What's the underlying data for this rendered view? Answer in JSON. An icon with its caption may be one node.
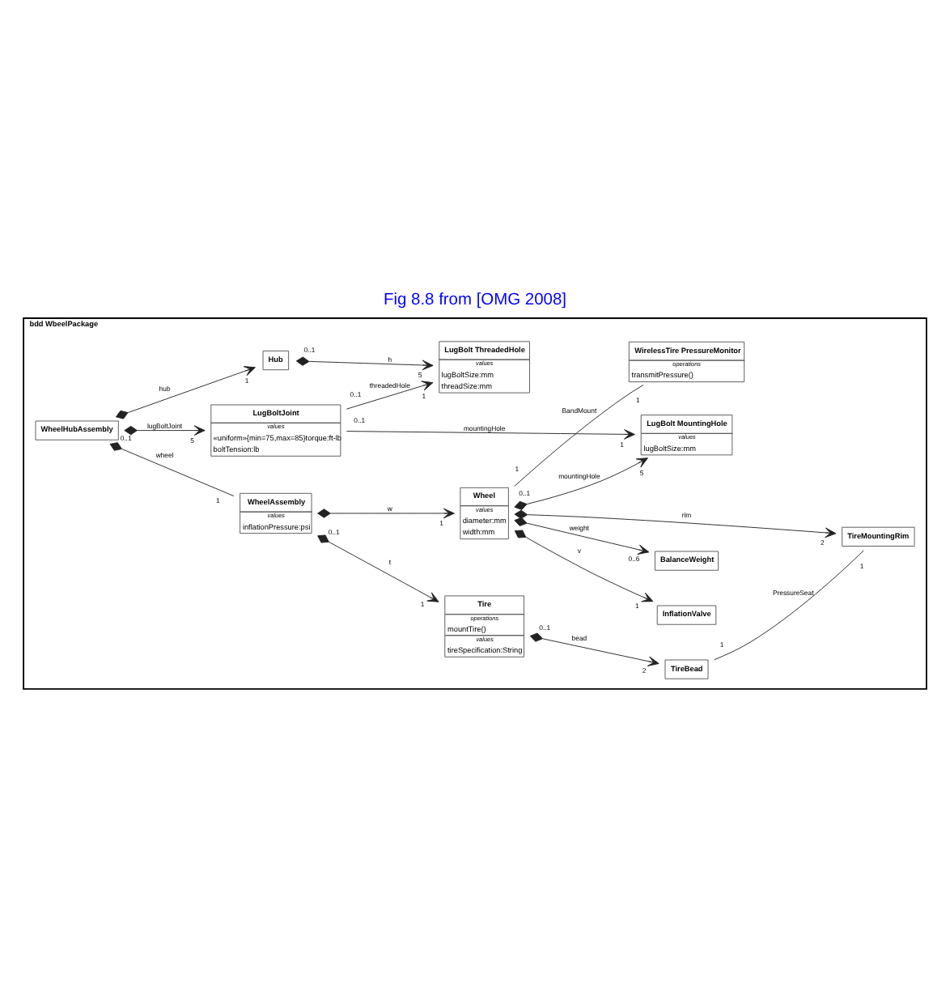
{
  "diagram": {
    "title": "Fig 8.8 from [OMG 2008]",
    "nodes": [
      {
        "text": [
          "bdd WbeelPackage"
        ]
      },
      {
        "text": [
          "WheelHubAssembly"
        ],
        "in": 0
      },
      {
        "text": [
          "WheelAssembly",
          "values",
          "inflationPressure:psi"
        ],
        "in": 0
      },
      {
        "text": [
          "Tire",
          "operations",
          "mountTire()",
          "values",
          "tireSpecification:String"
        ],
        "in": 0
      },
      {
        "text": [
          "TireBead"
        ],
        "in": 0
      },
      {
        "text": [
          "Wheel",
          "values",
          "diameter:mm",
          "width:mm"
        ],
        "in": 0
      },
      {
        "text": [
          "TireMountingRim"
        ],
        "in": 0
      },
      {
        "text": [
          "WirelessTire PressureMonitor",
          "operations",
          "transmitPressure()"
        ],
        "in": 0
      },
      {
        "text": [
          "InflationValve"
        ],
        "in": 0
      },
      {
        "text": [
          "BalanceWeight"
        ],
        "in": 0
      },
      {
        "text": [
          "LugBolt MountingHole",
          "values",
          "lugBoltSize:mm"
        ],
        "in": 0
      },
      {
        "text": [
          "Hub"
        ],
        "in": 0
      },
      {
        "text": [
          "LugBolt ThreadedHole",
          "values",
          "lugBoltSize:mm",
          "threadSize:mm"
        ],
        "in": 0
      },
      {
        "text": [
          "LugBoltJoint",
          "values",
          "«uniform»{min=75,max=85}torque:ft-lb",
          "boltTension:lb"
        ],
        "in": 0
      }
    ],
    "edges": [
      {
        "from": 1,
        "to": 2,
        "arrow": "other",
        "label": "wheel"
      },
      {
        "from": 1,
        "to": 11,
        "arrow": "to",
        "label": "hub"
      },
      {
        "from": 1,
        "to": 13,
        "arrow": "to",
        "label": "lugBoltJoint"
      },
      {
        "from": 2,
        "to": 3,
        "arrow": "to",
        "label": "t"
      },
      {
        "from": 2,
        "to": 5,
        "arrow": "to",
        "label": "w"
      },
      {
        "from": 3,
        "to": 4,
        "arrow": "to",
        "label": "bead"
      },
      {
        "from": 4,
        "to": 6,
        "arrow": "none",
        "label": "PressureSeat"
      },
      {
        "from": 5,
        "to": 6,
        "arrow": "to",
        "label": "rim"
      },
      {
        "from": 5,
        "to": 8,
        "arrow": "to",
        "label": "v"
      },
      {
        "from": 5,
        "to": 9,
        "arrow": "to",
        "label": "weight"
      },
      {
        "from": 5,
        "to": 10,
        "arrow": "to",
        "label": "mountingHole"
      },
      {
        "from": 5,
        "to": 7,
        "arrow": "none",
        "label": "BandMount"
      },
      {
        "from": 11,
        "to": 12,
        "arrow": "to",
        "label": "h"
      },
      {
        "from": 13,
        "to": 12,
        "arrow": "to",
        "label": "threadedHole"
      },
      {
        "from": 13,
        "to": 10,
        "arrow": "to",
        "label": "mountingHole"
      }
    ],
    "labels": [
      "0..1",
      "1",
      "0..1",
      "1",
      "1",
      "0..1",
      "2",
      "1",
      "1",
      "0..1",
      "2",
      "1",
      "0..6",
      "5",
      "1",
      "1",
      "5",
      "0..1",
      "1",
      "1",
      "0..1",
      "5",
      "0..1",
      "1"
    ]
  }
}
